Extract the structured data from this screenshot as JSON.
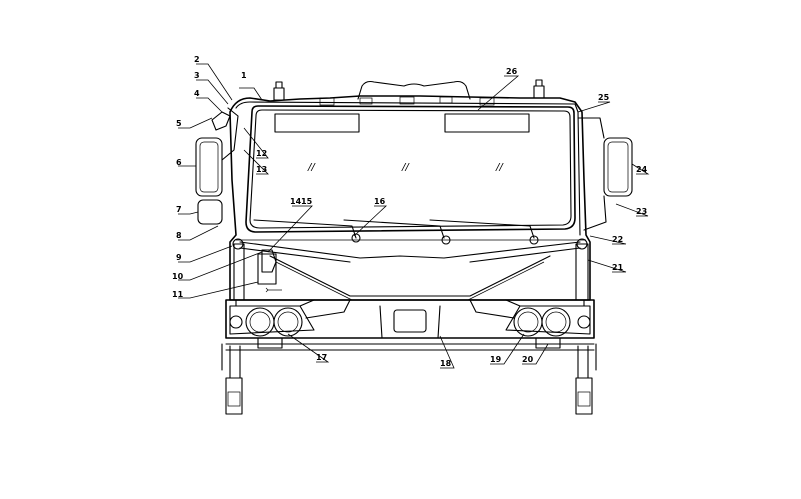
{
  "callouts": [
    {
      "id": "1",
      "label": "1"
    },
    {
      "id": "2",
      "label": "2"
    },
    {
      "id": "3",
      "label": "3"
    },
    {
      "id": "4",
      "label": "4"
    },
    {
      "id": "5",
      "label": "5"
    },
    {
      "id": "6",
      "label": "6"
    },
    {
      "id": "7",
      "label": "7"
    },
    {
      "id": "8",
      "label": "8"
    },
    {
      "id": "9",
      "label": "9"
    },
    {
      "id": "10",
      "label": "10"
    },
    {
      "id": "11",
      "label": "11"
    },
    {
      "id": "12",
      "label": "12"
    },
    {
      "id": "13",
      "label": "13"
    },
    {
      "id": "14",
      "label": "14"
    },
    {
      "id": "15",
      "label": "15"
    },
    {
      "id": "16",
      "label": "16"
    },
    {
      "id": "17",
      "label": "17"
    },
    {
      "id": "18",
      "label": "18"
    },
    {
      "id": "19",
      "label": "19"
    },
    {
      "id": "20",
      "label": "20"
    },
    {
      "id": "21",
      "label": "21"
    },
    {
      "id": "22",
      "label": "22"
    },
    {
      "id": "23",
      "label": "23"
    },
    {
      "id": "24",
      "label": "24"
    },
    {
      "id": "25",
      "label": "25"
    },
    {
      "id": "26",
      "label": "26"
    }
  ],
  "glass_marks": [
    "//",
    "//",
    "//"
  ]
}
